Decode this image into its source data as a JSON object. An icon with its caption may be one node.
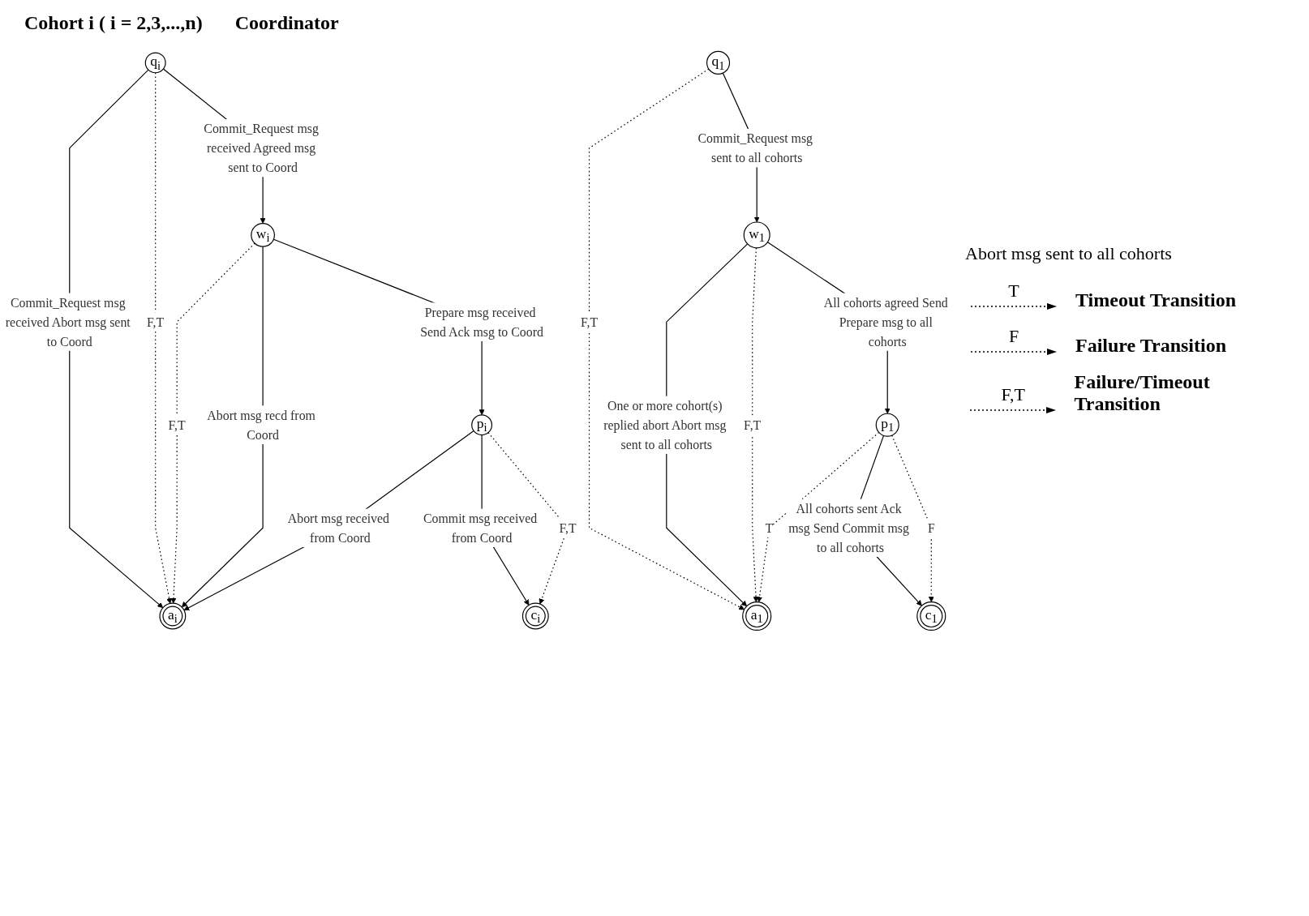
{
  "diagram": {
    "nodes": [
      {
        "text": [
          "q$_{i}$"
        ]
      },
      {
        "text": [
          "w$_{i}$"
        ]
      },
      {
        "text": [
          "a$_{i}$"
        ]
      },
      {
        "text": [
          "p$_{i}$"
        ]
      },
      {
        "text": [
          "c$_{i}$"
        ]
      },
      {
        "text": [
          "q$_{1}$"
        ]
      },
      {
        "text": [
          "w$_{1}$"
        ]
      },
      {
        "text": [
          "a$_{1}$"
        ]
      },
      {
        "text": [
          "p$_{1}$"
        ]
      },
      {
        "text": [
          "c$_{1}$"
        ]
      }
    ],
    "edges": [
      {
        "from": 0,
        "to": 1,
        "arrow": "to",
        "label": "Commit_Request msg received Agreed msg sent to Coord"
      },
      {
        "from": 0,
        "to": 2,
        "arrow": "to",
        "label": "Commit_Request msg received Abort msg sent to Coord"
      },
      {
        "from": 0,
        "to": 2,
        "arrow": "to",
        "label": "F,T",
        "style": "dashed"
      },
      {
        "from": 1,
        "to": 2,
        "arrow": "to",
        "label": "F,T",
        "style": "dashed"
      },
      {
        "from": 1,
        "to": 2,
        "arrow": "to",
        "label": "Abort msg recd from Coord"
      },
      {
        "from": 1,
        "to": 3,
        "arrow": "to",
        "label": "Prepare msg received Send Ack msg to Coord"
      },
      {
        "from": 3,
        "to": 2,
        "arrow": "to",
        "label": "Abort msg received from Coord"
      },
      {
        "from": 3,
        "to": 4,
        "arrow": "to",
        "label": "Commit msg received from Coord"
      },
      {
        "from": 3,
        "to": 4,
        "arrow": "to",
        "label": "F,T",
        "style": "dashed"
      },
      {
        "from": 5,
        "to": 6,
        "arrow": "to",
        "label": "Commit_Request msg sent to all cohorts"
      },
      {
        "from": 5,
        "to": 7,
        "arrow": "to",
        "label": "F,T",
        "style": "dashed"
      },
      {
        "from": 6,
        "to": 7,
        "arrow": "to",
        "label": "One or more cohort(s) replied abort Abort msg sent to all cohorts"
      },
      {
        "from": 6,
        "to": 7,
        "arrow": "to",
        "label": "F,T",
        "style": "dashed"
      },
      {
        "from": 6,
        "to": 8,
        "arrow": "to",
        "label": "All cohorts agreed Send Prepare msg to all cohorts"
      },
      {
        "from": 8,
        "to": 7,
        "arrow": "to",
        "label": "T",
        "style": "dashed"
      },
      {
        "from": 8,
        "to": 9,
        "arrow": "to",
        "label": "All cohorts sent Ack msg Send Commit msg to all cohorts"
      },
      {
        "from": 8,
        "to": 9,
        "arrow": "to",
        "label": "F",
        "style": "dashed"
      }
    ],
    "labels": [
      "Coordinator",
      "Cohort i ( i = 2,3,...,n)",
      "Abort msg sent to all cohorts",
      "T",
      "F",
      "F,T"
    ],
    "legend": [
      {
        "text": "Timeout Transition"
      },
      {
        "text": "Failure Transition"
      },
      {
        "text": "Failure/Timeout Transition"
      }
    ]
  }
}
